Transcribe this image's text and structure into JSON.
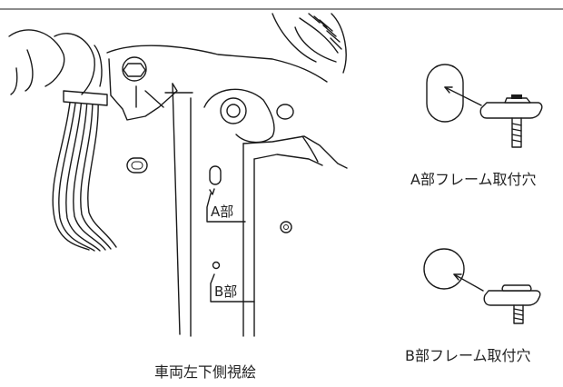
{
  "labels": {
    "hole_a": "A部",
    "hole_b": "B部",
    "hole_a_caption": "A部フレーム取付穴",
    "hole_b_caption": "B部フレーム取付穴",
    "view_caption": "車両左下側視絵"
  }
}
